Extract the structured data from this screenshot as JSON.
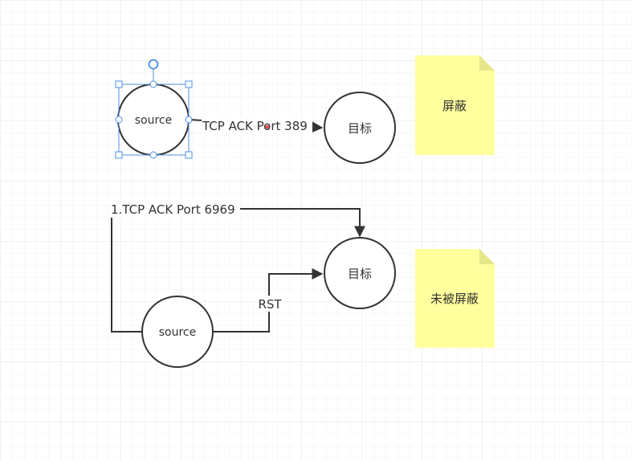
{
  "colors": {
    "grid": "#e8e8e8",
    "stroke": "#333333",
    "note_fill": "#ffff9e",
    "note_fold": "#e6e68a",
    "selection": "#4a90e2",
    "text": "#333333"
  },
  "diagram1": {
    "source_label": "source",
    "edge_label": "TCP ACK Port 389",
    "target_label": "目标",
    "note_label": "屏蔽"
  },
  "diagram2": {
    "source_label": "source",
    "edge1_label": "1.TCP ACK Port 6969",
    "edge2_label": "RST",
    "target_label": "目标",
    "note_label": "未被屏蔽"
  }
}
